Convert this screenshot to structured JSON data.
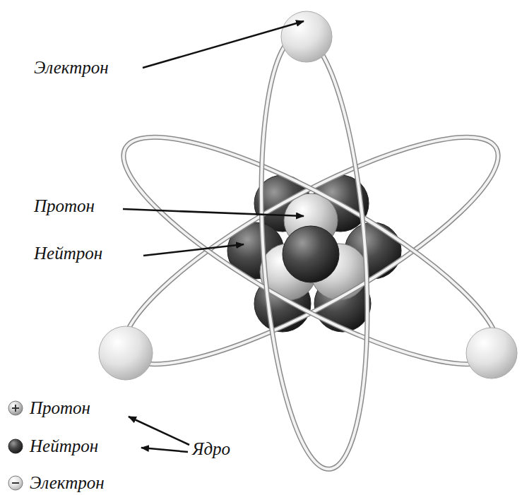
{
  "diagram": {
    "labels": [
      "Электрон",
      "Протон",
      "Нейтрон",
      "Ядро"
    ],
    "legend": [
      {
        "text": "Протон"
      },
      {
        "text": "Нейтрон"
      },
      {
        "text": "Электрон"
      }
    ]
  }
}
